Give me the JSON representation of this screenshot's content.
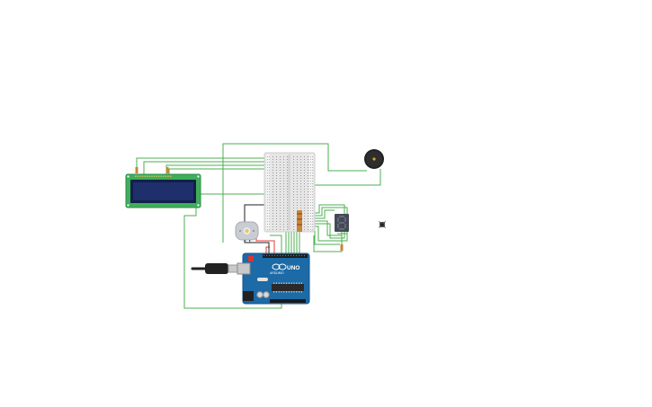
{
  "canvas": {
    "background": "#ffffff"
  },
  "components": {
    "lcd": {
      "kind": "16x2 LCD display",
      "pcb_color": "#3fae5a",
      "screen_color": "#1f2f6b"
    },
    "breadboard": {
      "kind": "mini breadboard",
      "color": "#e6e6e6"
    },
    "buzzer": {
      "kind": "piezo buzzer",
      "color": "#222222"
    },
    "seven_segment": {
      "kind": "7-segment display",
      "digit": "8",
      "color": "#444a55"
    },
    "pushbutton": {
      "kind": "pushbutton"
    },
    "motor": {
      "kind": "DC motor",
      "color": "#c9ccd2"
    },
    "arduino": {
      "kind": "Arduino Uno",
      "board_color": "#1c6aa6",
      "logo_text": "UNO",
      "brand_text": "ARDUINO"
    },
    "usb_cable": {
      "kind": "USB cable",
      "color": "#222222"
    },
    "resistors": {
      "kind": "resistor",
      "color": "#c8853a"
    }
  },
  "wires": {
    "signal_color": "#4caf50",
    "power_color": "#e53935",
    "ground_color": "#222222"
  }
}
